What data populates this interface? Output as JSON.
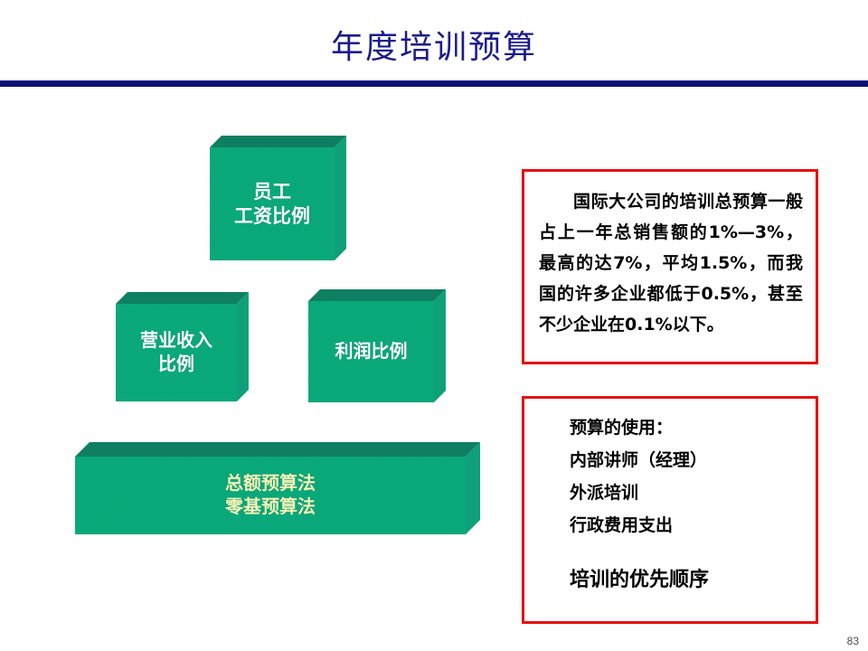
{
  "slide": {
    "title": "年度培训预算",
    "page_number": "83",
    "accent_navy": "#0d0d7a",
    "accent_red": "#e61010",
    "cube_green_front": "#00a575",
    "cube_green_top": "#0f7f62",
    "cube_green_right": "#0fa07a",
    "cream_text": "#f5f5b8"
  },
  "diagram": {
    "boxes": [
      {
        "id": "employee-salary-ratio",
        "label": "员工\n工资比例"
      },
      {
        "id": "operating-income-ratio",
        "label": "营业收入\n比例"
      },
      {
        "id": "profit-ratio",
        "label": "利润比例"
      },
      {
        "id": "budget-methods",
        "label": "总额预算法\n零基预算法"
      }
    ]
  },
  "panels": {
    "stat_panel": {
      "paragraph": "国际大公司的培训总预算一般占上一年总销售额的1%—3%，最高的达7%，平均1.5%，而我国的许多企业都低于0.5%，甚至不少企业在0.1%以下。"
    },
    "usage_panel": {
      "lines": [
        "预算的使用：",
        "内部讲师（经理）",
        "外派培训",
        "行政费用支出"
      ],
      "emphasis": "培训的优先顺序"
    }
  }
}
